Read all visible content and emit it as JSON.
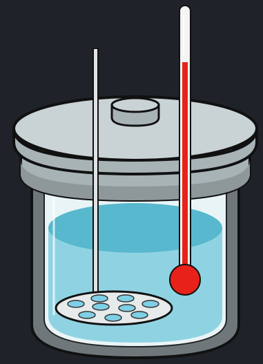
{
  "title": "",
  "colors": {
    "background": "#1f2329",
    "outline": "#111111",
    "lid_top": "#c9d2d5",
    "lid_side": "#a8b3b6",
    "lid_dark": "#8e989b",
    "vessel_shadow": "#6f777a",
    "glass": "#e9f4f7",
    "water": "#8fd3e3",
    "water_surface": "#58b8cd",
    "water_deep": "#63c2d6",
    "mercury": "#e8221a",
    "thermometer_glass": "#f4f4f4",
    "rod": "#dfe3e4",
    "stirrer_disc": "#e6eaea",
    "stirrer_holes": "#7fd0e6"
  },
  "components": [
    "lid",
    "stirrer-rod",
    "thermometer",
    "ignition-cap",
    "insulated-vessel",
    "water",
    "stirrer"
  ]
}
